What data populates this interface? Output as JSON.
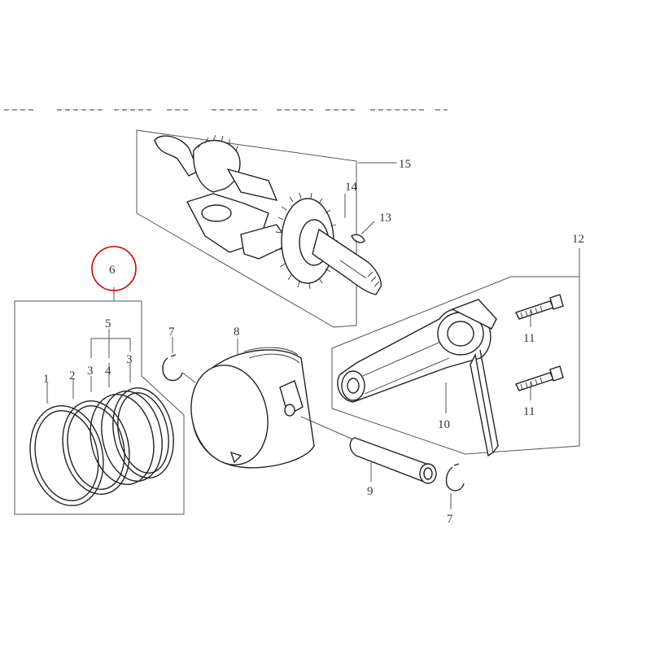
{
  "callouts": {
    "p1": "1",
    "p2": "2",
    "p3a": "3",
    "p3b": "3",
    "p4": "4",
    "p5": "5",
    "p6": "6",
    "p7a": "7",
    "p7b": "7",
    "p8": "8",
    "p9": "9",
    "p10": "10",
    "p11a": "11",
    "p11b": "11",
    "p12": "12",
    "p13": "13",
    "p14": "14",
    "p15": "15"
  },
  "colors": {
    "highlight_circle": "#cc0000",
    "line_art": "#222222",
    "leader_lines": "#555555"
  },
  "highlighted_part": "6"
}
